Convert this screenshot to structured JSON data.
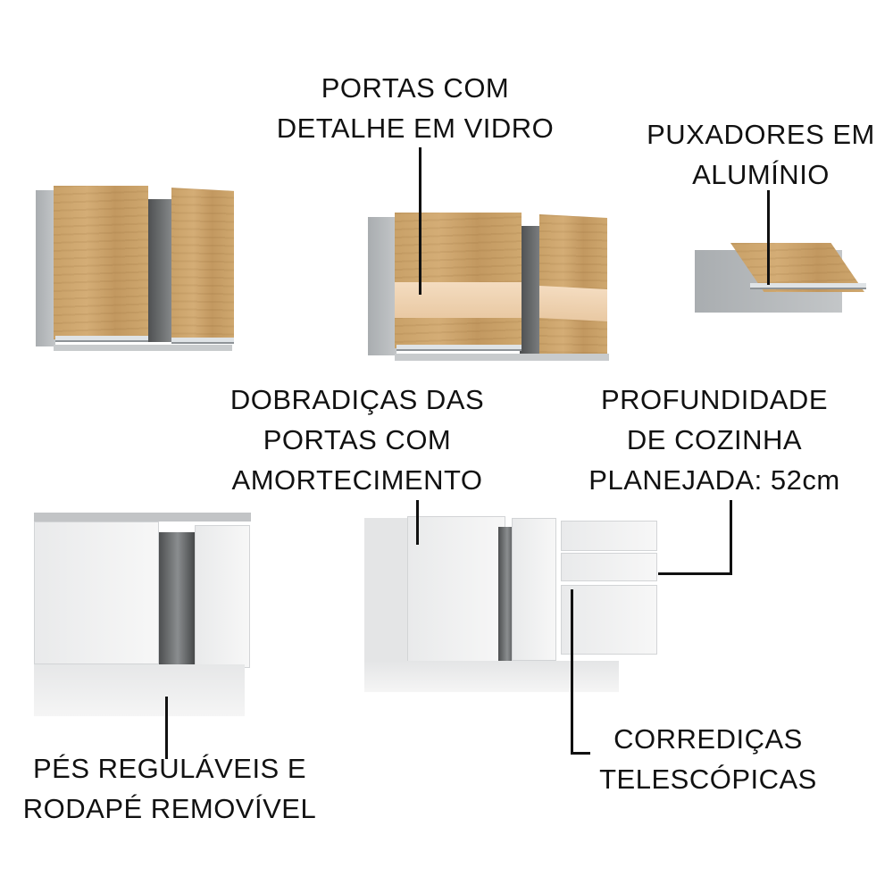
{
  "labels": {
    "glass_doors": [
      "PORTAS COM",
      "DETALHE EM VIDRO"
    ],
    "aluminum_handles": [
      "PUXADORES EM",
      "ALUMÍNIO"
    ],
    "soft_close_hinges": [
      "DOBRADIÇAS DAS",
      "PORTAS COM",
      "AMORTECIMENTO"
    ],
    "depth": [
      "PROFUNDIDADE",
      "DE COZINHA",
      "PLANEJADA: 52cm"
    ],
    "telescopic_slides": [
      "CORREDIÇAS",
      "TELESCÓPICAS"
    ],
    "adjustable_feet": [
      "PÉS REGULÁVEIS E",
      "RODAPÉ REMOVÍVEL"
    ]
  },
  "colors": {
    "wood": "#c9a168",
    "body_gray": "#b5b9bc",
    "white": "#f2f2f2",
    "text": "#111111"
  }
}
